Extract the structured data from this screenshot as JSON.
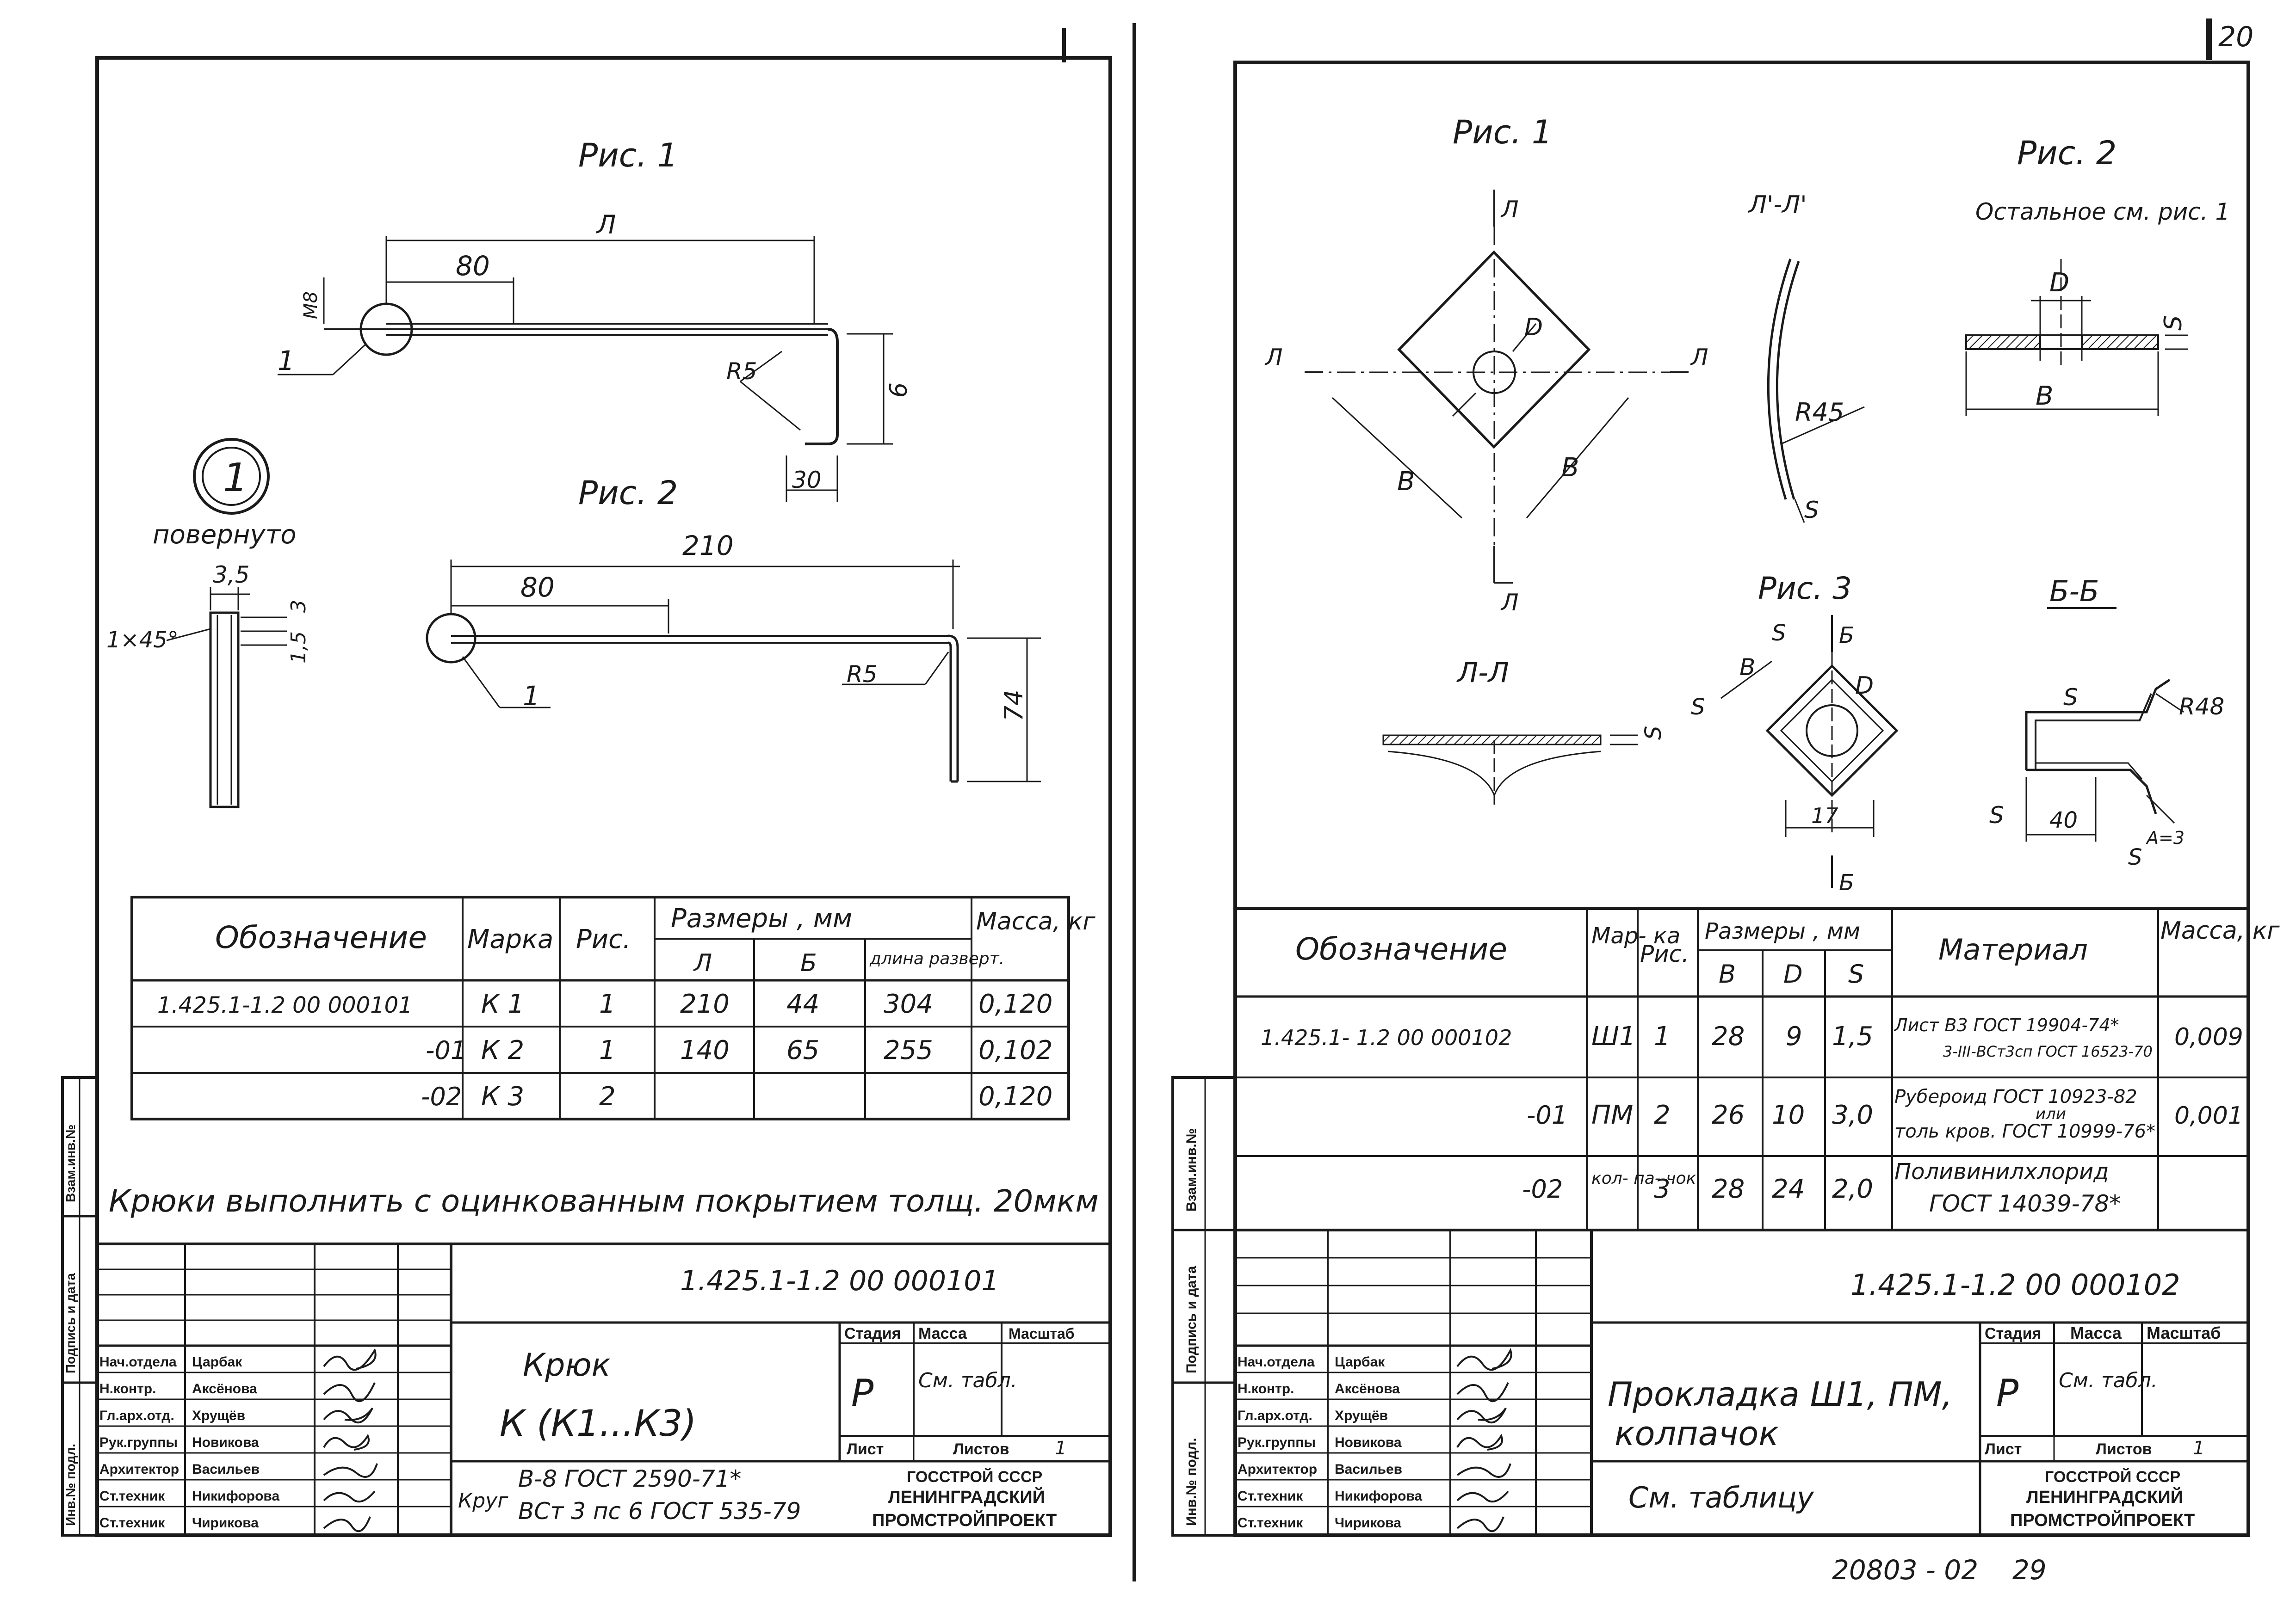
{
  "corner_num": "20",
  "left": {
    "fig1_title": "Рис. 1",
    "fig1": {
      "dim_A": "Л",
      "dim_80": "80",
      "dim_m8": "М8",
      "leader_1": "1",
      "r5": "R5",
      "dim_6": "6",
      "dim_30": "30"
    },
    "detail_num": "1",
    "detail_label": "повернуто",
    "detail": {
      "dim_35": "3,5",
      "chamfer": "1×45°",
      "dim_15": "1,5",
      "dim_3": "3"
    },
    "fig2_title": "Рис. 2",
    "fig2": {
      "dim_210": "210",
      "dim_80": "80",
      "leader_1": "1",
      "r5": "R5",
      "dim_74": "74"
    },
    "table": {
      "h_designation": "Обозначение",
      "h_mark": "Марка",
      "h_fig": "Рис.",
      "h_dims": "Размеры , мм",
      "h_a": "Л",
      "h_b": "Б",
      "h_len": "длина разверт.",
      "h_mass": "Масса, кг",
      "rows": [
        {
          "designation": "1.425.1-1.2  00 000101",
          "mark": "К 1",
          "fig": "1",
          "a": "210",
          "b": "44",
          "len": "304",
          "mass": "0,120"
        },
        {
          "designation": "-01",
          "mark": "К 2",
          "fig": "1",
          "a": "140",
          "b": "65",
          "len": "255",
          "mass": "0,102"
        },
        {
          "designation": "-02",
          "mark": "К 3",
          "fig": "2",
          "a": "",
          "b": "",
          "len": "",
          "mass": "0,120"
        }
      ]
    },
    "note": "Крюки выполнить с оцинкованным покрытием толщ. 20мкм",
    "stamp": {
      "code": "1.425.1-1.2  00 000101",
      "name_line1": "Крюк",
      "name_line2": "К (К1...К3)",
      "stage_h": "Стадия",
      "mass_h": "Масса",
      "scale_h": "Масштаб",
      "stage": "Р",
      "mass": "См. табл.",
      "sheet": "Лист",
      "sheets": "Листов",
      "sheets_n": "1",
      "mat_prefix": "Круг",
      "mat_line1": "В-8 ГОСТ 2590-71*",
      "mat_line2": "ВСт 3 пс 6 ГОСТ 535-79",
      "org1": "ГОССТРОЙ СССР",
      "org2": "ЛЕНИНГРАДСКИЙ",
      "org3": "ПРОМСТРОЙПРОЕКТ",
      "roles": [
        "Нач.отдела",
        "Н.контр.",
        "Гл.арх.отд.",
        "Рук.группы",
        "Архитектор",
        "Ст.техник",
        "Ст.техник"
      ],
      "names": [
        "Царбак",
        "Аксёнова",
        "Хрущёв",
        "Новикова",
        "Васильев",
        "Никифорова",
        "Чирикова"
      ]
    },
    "side": {
      "s1": "Взам.инв.№",
      "s2": "Подпись и дата",
      "s3": "Инв.№ подл."
    }
  },
  "right": {
    "fig1_title": "Рис. 1",
    "fig1": {
      "sec_a": "Л",
      "d": "D",
      "b1": "В",
      "b2": "В"
    },
    "sec_a1_title": "Л'-Л'",
    "r45": "R45",
    "s": "S",
    "fig2_title": "Рис. 2",
    "fig2_sub": "Остальное см. рис. 1",
    "fig2": {
      "d": "D",
      "b": "В",
      "s": "S"
    },
    "sec_aa_title": "Л-Л",
    "fig3_title": "Рис. 3",
    "fig3": {
      "b": "В",
      "d": "D",
      "s": "S",
      "s2": "S",
      "dim_17": "17",
      "b_mark": "Б"
    },
    "sec_bb_title": "Б-Б",
    "secbb": {
      "s1": "S",
      "r48": "R48",
      "s2": "S",
      "dim_40": "40",
      "s3": "S",
      "ang": "А=3"
    },
    "table": {
      "h_designation": "Обозначение",
      "h_mark": "Мар- ка",
      "h_fig": "Рис.",
      "h_dims": "Размеры , мм",
      "h_b": "В",
      "h_d": "D",
      "h_s": "S",
      "h_material": "Материал",
      "h_mass": "Масса, кг",
      "rows": [
        {
          "designation": "1.425.1- 1.2  00 000102",
          "mark": "Ш1",
          "fig": "1",
          "b": "28",
          "d": "9",
          "s": "1,5",
          "mat1": "Лист  В3 ГОСТ 19904-74*",
          "mat2": "3-III-ВСт3сп ГОСТ 16523-70",
          "mass": "0,009"
        },
        {
          "designation": "-01",
          "mark": "ПМ",
          "fig": "2",
          "b": "26",
          "d": "10",
          "s": "3,0",
          "mat1": "Рубероид ГОСТ 10923-82",
          "mat_or": "или",
          "mat2": "толь кров. ГОСТ 10999-76*",
          "mass": "0,001"
        },
        {
          "designation": "-02",
          "mark": "кол- па- чок",
          "fig": "3",
          "b": "28",
          "d": "24",
          "s": "2,0",
          "mat1": "Поливинилхлорид",
          "mat2": "ГОСТ 14039-78*",
          "mass": ""
        }
      ]
    },
    "stamp": {
      "code": "1.425.1-1.2  00 000102",
      "name_line1": "Прокладка Ш1, ПМ,",
      "name_line2": "колпачок",
      "name_line3": "См. таблицу",
      "stage_h": "Стадия",
      "mass_h": "Масса",
      "scale_h": "Масштаб",
      "stage": "Р",
      "mass": "См. табл.",
      "sheet": "Лист",
      "sheets": "Листов",
      "sheets_n": "1",
      "org1": "ГОССТРОЙ СССР",
      "org2": "ЛЕНИНГРАДСКИЙ",
      "org3": "ПРОМСТРОЙПРОЕКТ",
      "roles": [
        "Нач.отдела",
        "Н.контр.",
        "Гл.арх.отд.",
        "Рук.группы",
        "Архитектор",
        "Ст.техник",
        "Ст.техник"
      ],
      "names": [
        "Царбак",
        "Аксёнова",
        "Хрущёв",
        "Новикова",
        "Васильев",
        "Никифорова",
        "Чирикова"
      ]
    },
    "side": {
      "s1": "Взам.инв.№",
      "s2": "Подпись и дата",
      "s3": "Инв.№ подл."
    }
  },
  "footer": "20803 - 02    29"
}
